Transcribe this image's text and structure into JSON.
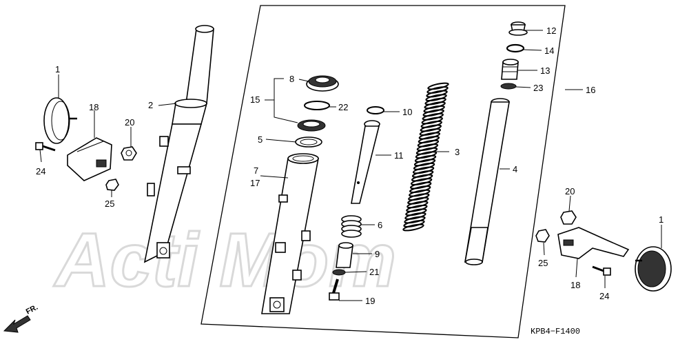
{
  "drawing_code": "KPB4−F1400",
  "front_marker": "FR.",
  "watermark": "Acti Mom",
  "callouts": {
    "p1_left": "1",
    "p18_left": "18",
    "p20_left": "20",
    "p24_left": "24",
    "p25_left": "25",
    "p2": "2",
    "p8": "8",
    "p15": "15",
    "p22": "22",
    "p5": "5",
    "p7": "7",
    "p17": "17",
    "p10": "10",
    "p11": "11",
    "p3": "3",
    "p6": "6",
    "p9": "9",
    "p21": "21",
    "p19": "19",
    "p12": "12",
    "p14": "14",
    "p13": "13",
    "p23": "23",
    "p16": "16",
    "p4": "4",
    "p20_right": "20",
    "p25_right": "25",
    "p18_right": "18",
    "p24_right": "24",
    "p1_right": "1"
  }
}
